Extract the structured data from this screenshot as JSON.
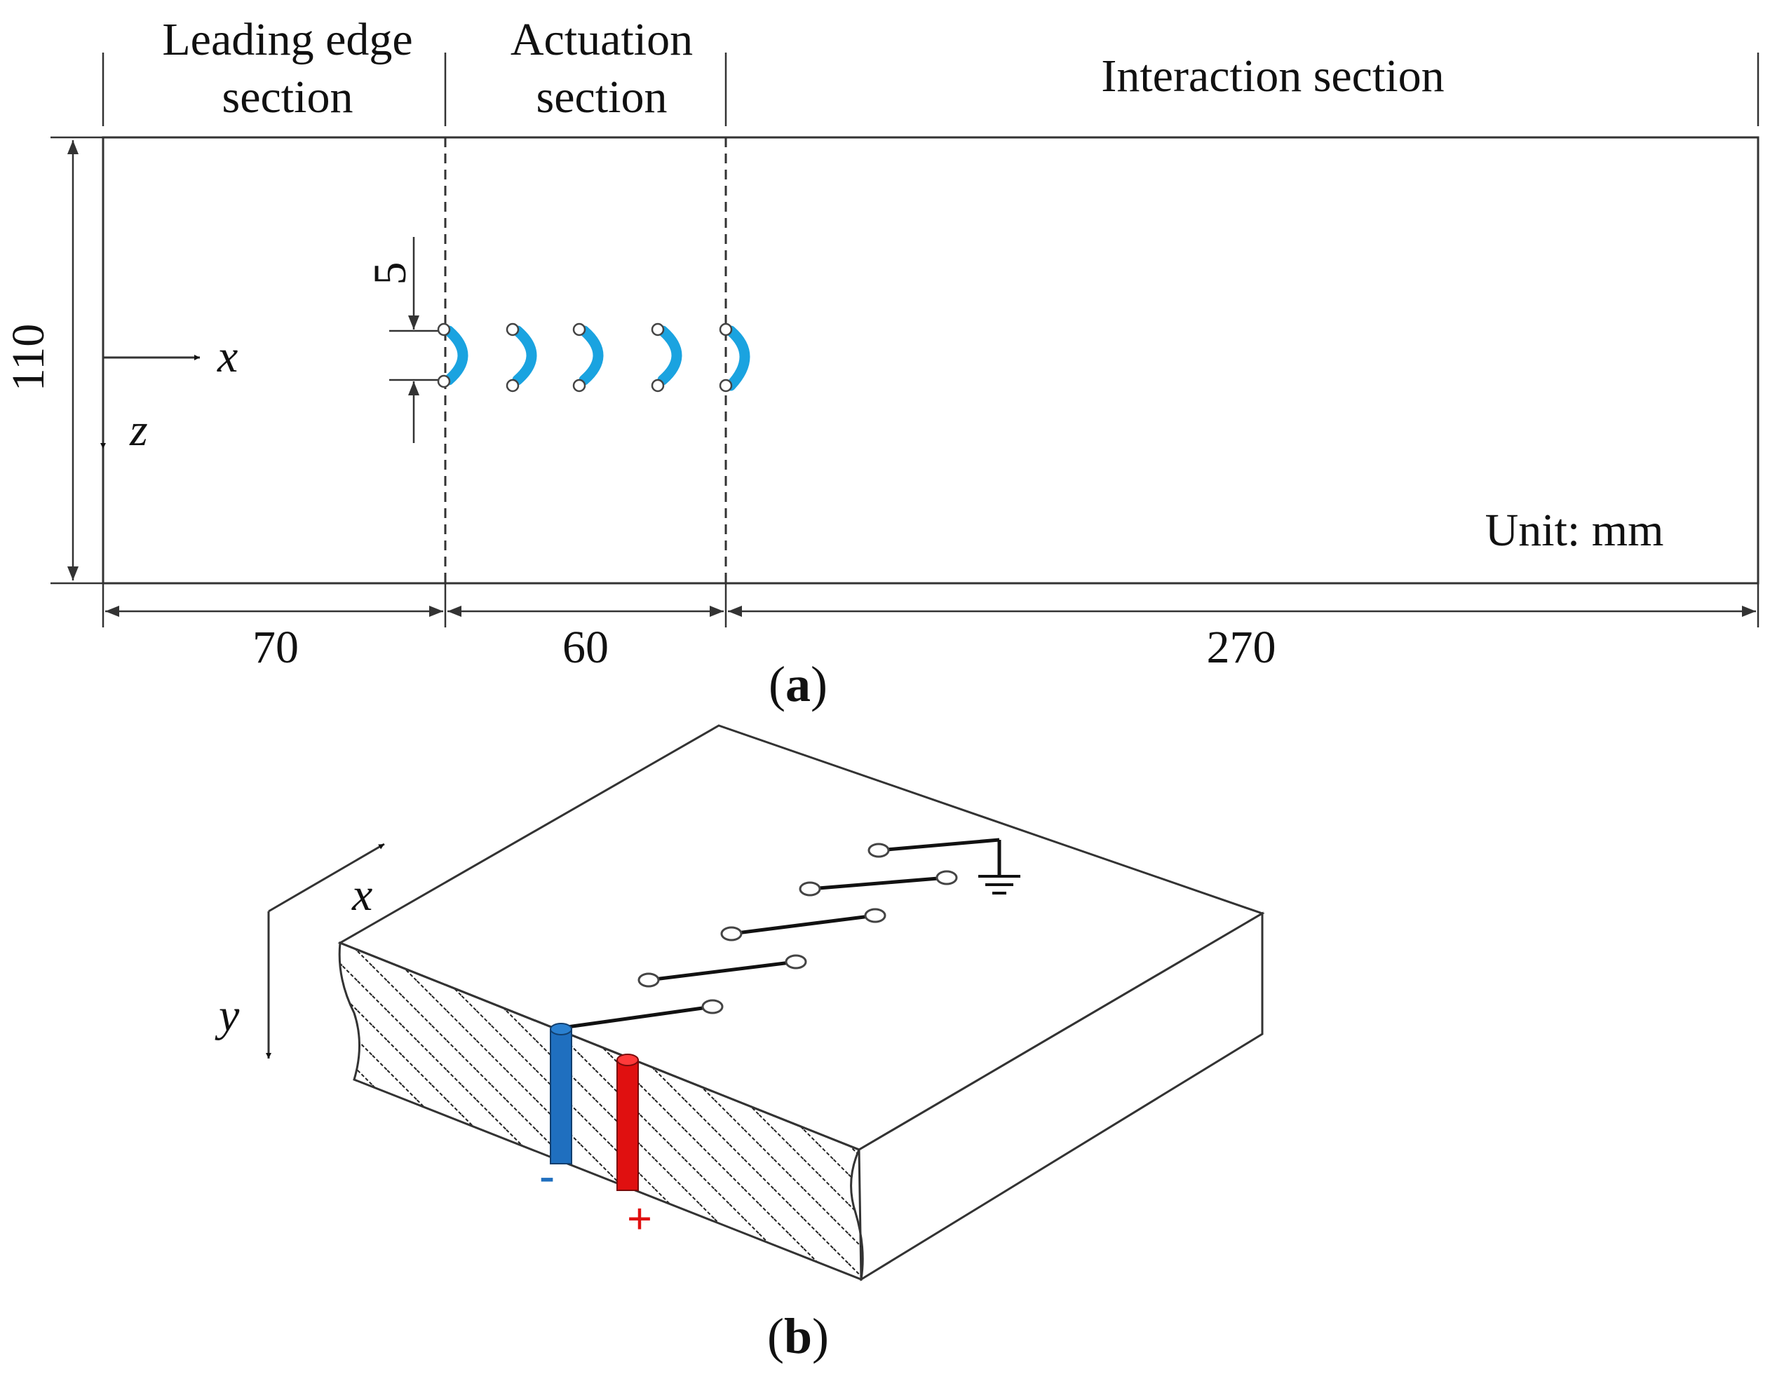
{
  "panel_a": {
    "sections": {
      "leading_edge_line1": "Leading edge",
      "leading_edge_line2": "section",
      "actuation_line1": "Actuation",
      "actuation_line2": "section",
      "interaction": "Interaction section"
    },
    "dimensions": {
      "height": "110",
      "spacing": "5",
      "leading_length": "70",
      "actuation_length": "60",
      "interaction_length": "270"
    },
    "unit_label": "Unit: mm",
    "axes": {
      "x": "x",
      "z": "z"
    },
    "caption": {
      "open": "(",
      "letter": "a",
      "close": ")"
    },
    "colors": {
      "actuator": "#1aa3e0"
    }
  },
  "panel_b": {
    "axes": {
      "x": "x",
      "y": "y"
    },
    "polarity": {
      "negative": "-",
      "positive": "+"
    },
    "caption": {
      "open": "(",
      "letter": "b",
      "close": ")"
    },
    "colors": {
      "negative_electrode": "#1f6fbf",
      "positive_electrode": "#e01010"
    },
    "icons": [
      "ground-icon"
    ]
  }
}
